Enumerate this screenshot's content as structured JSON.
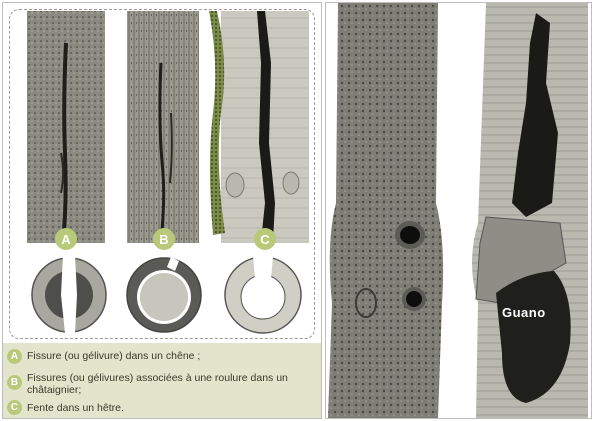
{
  "left": {
    "badges": [
      "A",
      "B",
      "C"
    ],
    "captions": [
      {
        "letter": "A",
        "text": "Fissure (ou gélivure) dans un chêne ;"
      },
      {
        "letter": "B",
        "text": "Fissures (ou gélivures) associées à une roulure dans un châtaignier;"
      },
      {
        "letter": "C",
        "text": "Fente dans un hêtre."
      }
    ]
  },
  "right": {
    "guano_label": "Guano"
  },
  "colors": {
    "badge": "#b9c97a",
    "caption_bg": "#e3e4cc",
    "bark": "#6b6b60",
    "heartwood": "#444444"
  }
}
